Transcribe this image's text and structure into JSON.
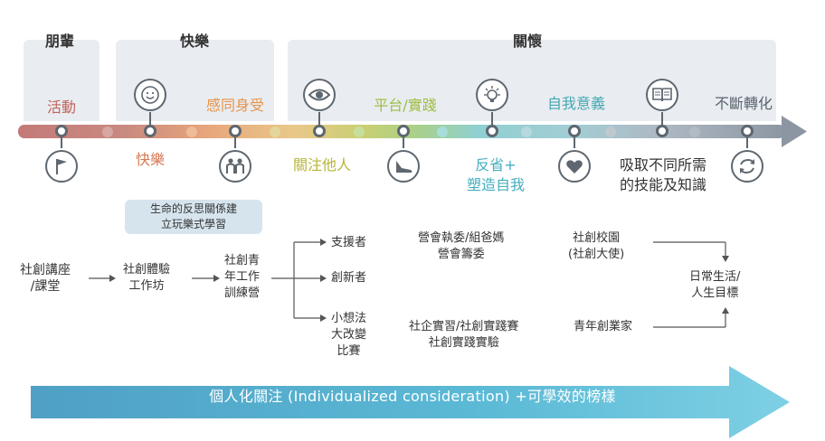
{
  "headers": {
    "peers": "朋輩",
    "joy": "快樂",
    "care": "關懷"
  },
  "timeline": {
    "activity": "活動",
    "joy": "快樂",
    "empathy": "感同身受",
    "care_others": "關注他人",
    "platform": "平台/實踐",
    "reflect_line1": "反省+",
    "reflect_line2": "塑造自我",
    "self_meaning": "自我意義",
    "learn_line1": "吸取不同所需",
    "learn_line2": "的技能及知識",
    "transform": "不斷轉化"
  },
  "note_box": {
    "line1": "生命的反思關係建",
    "line2": "立玩樂式學習"
  },
  "flow": {
    "lecture_line1": "社創講座",
    "lecture_line2": "/課堂",
    "workshop_line1": "社創體驗",
    "workshop_line2": "工作坊",
    "camp_line1": "社創青",
    "camp_line2": "年工作",
    "camp_line3": "訓練營",
    "supporter": "支援者",
    "innovator": "創新者",
    "idea_line1": "小想法",
    "idea_line2": "大改變",
    "idea_line3": "比賽",
    "camp_committee_line1": "營會執委/組爸媽",
    "camp_committee_line2": "營會籌委",
    "internship_line1": "社企實習/社創實踐賽",
    "internship_line2": "社創實踐實驗",
    "campus_line1": "社創校園",
    "campus_line2": "(社創大使)",
    "entrepreneur": "青年創業家",
    "daily_line1": "日常生活/",
    "daily_line2": "人生目標"
  },
  "bottom_banner": "個人化關注 (Individualized consideration) +可學效的榜樣",
  "colors": {
    "activity": "#c0645a",
    "joy": "#d77a54",
    "empathy": "#e6924a",
    "care_others": "#b8b536",
    "platform": "#9ebd44",
    "reflect": "#44aebf",
    "self_meaning": "#44a8b2",
    "learn": "#333333",
    "transform": "#5a646e"
  }
}
